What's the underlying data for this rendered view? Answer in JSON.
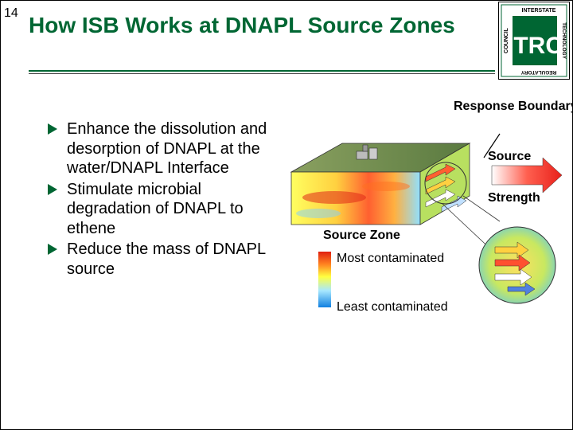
{
  "slide": {
    "number": "14",
    "title": "How ISB Works at DNAPL Source Zones"
  },
  "logo": {
    "top_text": "INTERSTATE",
    "right_text": "TECHNOLOGY",
    "bottom_text": "REGULATORY",
    "left_text": "COUNCIL",
    "center_text": "ITRC",
    "color": "#006633"
  },
  "bullets": [
    "Enhance the dissolution and desorption of DNAPL at the water/DNAPL Interface",
    "Stimulate microbial degradation of DNAPL to ethene",
    "Reduce the mass of DNAPL source"
  ],
  "diagram": {
    "response_boundary_label": "Response Boundary",
    "source_label": "Source",
    "strength_label": "Strength",
    "source_zone_label": "Source Zone",
    "legend_high": "Most contaminated",
    "legend_low": "Least contaminated"
  },
  "colors": {
    "title_green": "#006633",
    "arrow_red": "#e8201a"
  }
}
